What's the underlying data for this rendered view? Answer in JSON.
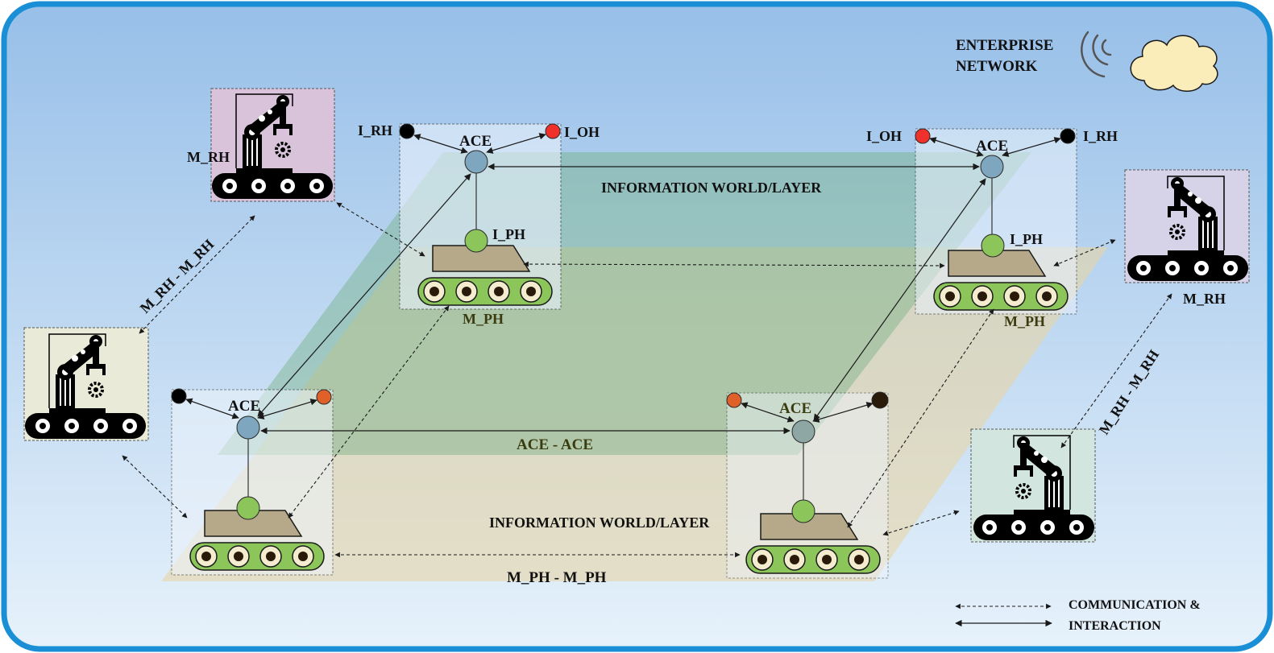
{
  "enterprise_network": {
    "line1": "ENTERPRISE",
    "line2": "NETWORK"
  },
  "layers": {
    "info_world_top": "INFORMATION WORLD/LAYER",
    "info_world_bottom": "INFORMATION WORLD/LAYER"
  },
  "links": {
    "ace_ace": "ACE - ACE",
    "mph_mph": "M_PH - M_PH",
    "mrh_mrh_left": "M_RH - M_RH",
    "mrh_mrh_right": "M_RH - M_RH"
  },
  "labels": {
    "ace": "ACE",
    "i_rh": "I_RH",
    "i_oh": "I_OH",
    "i_ph": "I_PH",
    "m_ph": "M_PH",
    "m_rh": "M_RH"
  },
  "legend": {
    "line1": "COMMUNICATION &",
    "line2": "INTERACTION"
  },
  "colors": {
    "frame": "#1a8fd6",
    "ace_node": "#7ea6bf",
    "ph_node": "#8cc65a",
    "i_oh_red": "#f0302a",
    "i_oh_orange": "#e0602a",
    "i_rh_black": "#000000",
    "info_plane": "#7dbb8a",
    "physical_plane": "#e8d6a6"
  }
}
